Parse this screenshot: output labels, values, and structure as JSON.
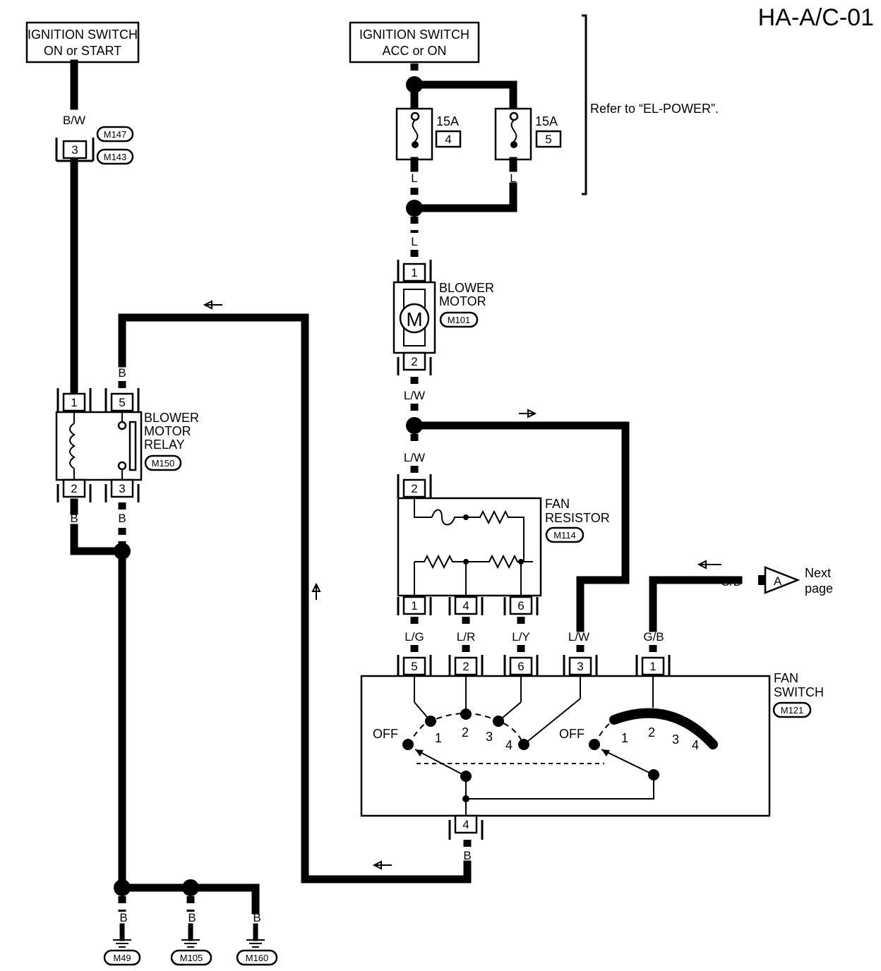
{
  "page_id": "HA-A/C-01",
  "ignition_left": {
    "line1": "IGNITION SWITCH",
    "line2": "ON or START"
  },
  "ignition_right": {
    "line1": "IGNITION SWITCH",
    "line2": "ACC or ON"
  },
  "refer_note": "Refer to “EL-POWER”.",
  "fuses": [
    {
      "rating": "15A",
      "number": "4"
    },
    {
      "rating": "15A",
      "number": "5"
    }
  ],
  "blower_motor": {
    "line1": "BLOWER",
    "line2": "MOTOR",
    "connector": "M101",
    "symbol": "M",
    "pins": [
      "1",
      "2"
    ]
  },
  "blower_relay": {
    "line1": "BLOWER",
    "line2": "MOTOR",
    "line3": "RELAY",
    "connector": "M150",
    "pins": [
      "1",
      "5",
      "2",
      "3"
    ]
  },
  "fan_resistor": {
    "line1": "FAN",
    "line2": "RESISTOR",
    "connector": "M114",
    "pins": [
      "2",
      "1",
      "4",
      "6"
    ]
  },
  "fan_switch": {
    "line1": "FAN",
    "line2": "SWITCH",
    "connector": "M121",
    "pins": [
      "5",
      "2",
      "6",
      "3",
      "1",
      "4"
    ],
    "positions_left": [
      "OFF",
      "1",
      "2",
      "3",
      "4"
    ],
    "positions_right": [
      "OFF",
      "1",
      "2",
      "3",
      "4"
    ]
  },
  "connector_left": {
    "pin": "3",
    "connectors": [
      "M147",
      "M143"
    ]
  },
  "wires": {
    "bw": "B/W",
    "l_top": "L",
    "l_fuse1": "L",
    "l_fuse2": "L",
    "lw_top": "L/W",
    "lw_mid": "L/W",
    "b_relay": "B",
    "b_relay2": "B",
    "b_relay3": "B",
    "lg": "L/G",
    "lr": "L/R",
    "ly": "L/Y",
    "lw_sw": "L/W",
    "gb": "G/B",
    "gb_next": "G/B",
    "b_sw": "B",
    "b_g1": "B",
    "b_g2": "B",
    "b_g3": "B"
  },
  "next_page": {
    "marker": "A",
    "line1": "Next",
    "line2": "page"
  },
  "grounds": [
    "M49",
    "M105",
    "M160"
  ]
}
